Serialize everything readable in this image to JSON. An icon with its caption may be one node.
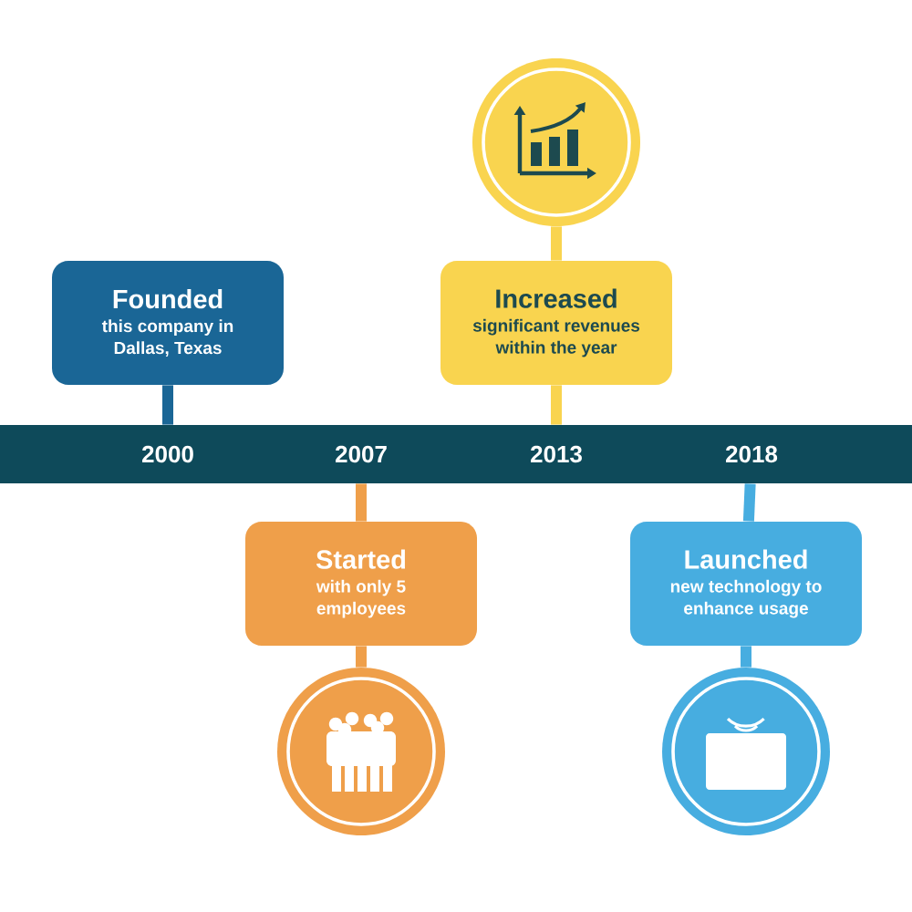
{
  "diagram": {
    "nodes": [
      {
        "text": [],
        "shape": "circle"
      },
      {
        "text": [
          "Founded",
          "this company in Dallas, Texas"
        ]
      },
      {
        "text": [
          "Increased",
          "significant revenues within the year"
        ]
      },
      {
        "text": [
          "2000"
        ]
      },
      {
        "text": [
          "2007"
        ]
      },
      {
        "text": [
          "2013"
        ]
      },
      {
        "text": [
          "2018"
        ]
      },
      {
        "text": [
          "Started",
          "with only 5 employees"
        ]
      },
      {
        "text": [
          "Launched",
          "new technology to enhance usage"
        ]
      },
      {
        "text": [],
        "shape": "circle"
      },
      {
        "text": [],
        "shape": "circle"
      }
    ],
    "edges": [
      {
        "from": 0,
        "to": 2,
        "arrow": "none",
        "color": "#f9d44f"
      },
      {
        "from": 1,
        "to": 3,
        "arrow": "none",
        "color": "#1a6696"
      },
      {
        "from": 2,
        "to": 5,
        "arrow": "none",
        "color": "#f9d44f"
      },
      {
        "from": 7,
        "to": 4,
        "arrow": "none",
        "color": "#ef9f4a"
      },
      {
        "from": 8,
        "to": 6,
        "arrow": "none",
        "color": "#47ade0"
      },
      {
        "from": 7,
        "to": 9,
        "arrow": "none",
        "color": "#ef9f4a"
      },
      {
        "from": 8,
        "to": 10,
        "arrow": "none",
        "color": "#47ade0"
      }
    ]
  }
}
